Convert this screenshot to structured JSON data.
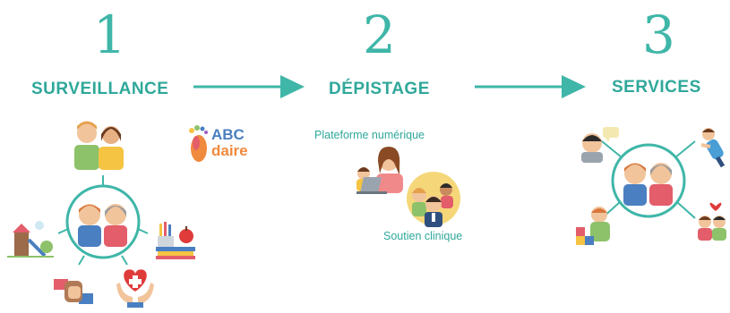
{
  "steps": [
    {
      "number": "1",
      "title": "SURVEILLANCE"
    },
    {
      "number": "2",
      "title": "DÉPISTAGE"
    },
    {
      "number": "3",
      "title": "SERVICES"
    }
  ],
  "logo": {
    "line1": "ABC",
    "line2": "daire"
  },
  "labels": {
    "platform": "Plateforme numérique",
    "clinical": "Soutien clinique"
  },
  "colors": {
    "teal": "#3fb6a8",
    "teal_dark": "#2fa89a",
    "circle": "#e8f6f4"
  },
  "icons": [
    "parents-icon",
    "family-icon",
    "playground-icon",
    "books-icon",
    "handshake-icon",
    "heart-hands-icon",
    "footprint-icon",
    "laptop-mother-icon",
    "clinician-team-icon",
    "speech-child-icon",
    "cartwheel-child-icon",
    "blocks-child-icon",
    "group-children-icon"
  ]
}
